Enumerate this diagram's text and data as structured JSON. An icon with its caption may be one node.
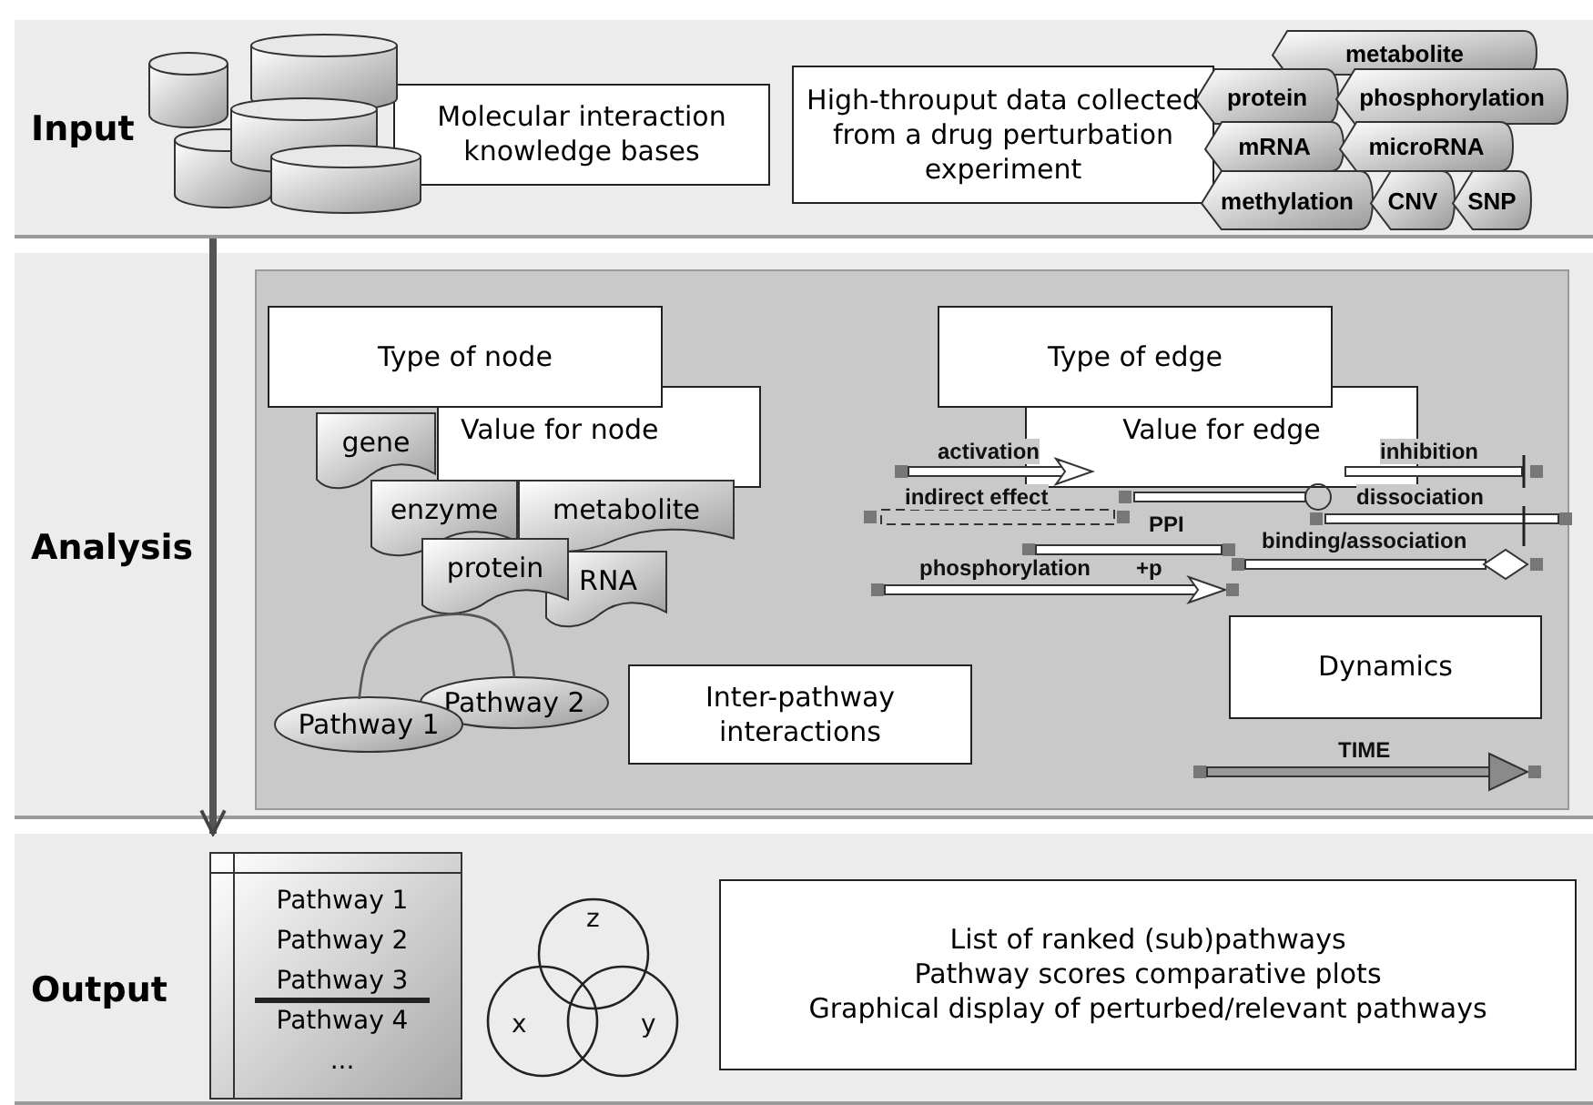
{
  "diagram": {
    "nodes": [
      {
        "text": [
          "Input"
        ]
      },
      {
        "text": [],
        "shape": "cylinder",
        "in": 0
      },
      {
        "text": [],
        "shape": "cylinder",
        "in": 0
      },
      {
        "text": [],
        "shape": "cylinder",
        "in": 0
      },
      {
        "text": [],
        "shape": "cylinder",
        "in": 0
      },
      {
        "text": [],
        "shape": "cylinder",
        "in": 0
      },
      {
        "text": [
          "Molecular interaction knowledge bases"
        ],
        "in": 0
      },
      {
        "text": [
          "High-throuput data collected from a drug perturbation experiment"
        ],
        "in": 0
      },
      {
        "text": [
          "metabolite"
        ],
        "in": 0
      },
      {
        "text": [
          "protein"
        ],
        "in": 0
      },
      {
        "text": [
          "phosphorylation"
        ],
        "in": 0
      },
      {
        "text": [
          "mRNA"
        ],
        "in": 0
      },
      {
        "text": [
          "microRNA"
        ],
        "in": 0
      },
      {
        "text": [
          "methylation"
        ],
        "in": 0
      },
      {
        "text": [
          "CNV"
        ],
        "in": 0
      },
      {
        "text": [
          "SNP"
        ],
        "in": 0
      },
      {
        "text": [
          "Analysis"
        ]
      },
      {
        "text": [
          "Type of node"
        ],
        "in": 16
      },
      {
        "text": [
          "Value for node"
        ],
        "in": 16
      },
      {
        "text": [
          "gene"
        ],
        "in": 16
      },
      {
        "text": [
          "enzyme"
        ],
        "in": 16
      },
      {
        "text": [
          "metabolite"
        ],
        "in": 16
      },
      {
        "text": [
          "protein"
        ],
        "in": 16
      },
      {
        "text": [
          "RNA"
        ],
        "in": 16
      },
      {
        "text": [
          "Pathway 1"
        ],
        "in": 16
      },
      {
        "text": [
          "Pathway 2"
        ],
        "in": 16
      },
      {
        "text": [
          "Inter-pathway interactions"
        ],
        "in": 16
      },
      {
        "text": [
          "Type of edge"
        ],
        "in": 16
      },
      {
        "text": [
          "Value for edge"
        ],
        "in": 16
      },
      {
        "text": [
          "Dynamics"
        ],
        "in": 16
      },
      {
        "text": [
          "Output"
        ]
      },
      {
        "text": [
          "Pathway 1",
          "Pathway 2",
          "Pathway 3",
          "Pathway 4",
          "..."
        ],
        "in": 30
      },
      {
        "text": [
          "List of ranked (sub)pathways",
          "Pathway scores comparative plots",
          "Graphical display of perturbed/relevant pathways"
        ],
        "in": 30
      }
    ],
    "edges": [
      {
        "from": 0,
        "to": 30,
        "arrow": "to",
        "style": "thick"
      },
      {
        "from": 24,
        "to": 25,
        "arrow": "none"
      }
    ],
    "labels": [
      "activation",
      "inhibition",
      "indirect effect",
      "dissociation",
      "PPI",
      "binding/association",
      "phosphorylation",
      "+p",
      "TIME",
      "z",
      "x",
      "y"
    ]
  }
}
